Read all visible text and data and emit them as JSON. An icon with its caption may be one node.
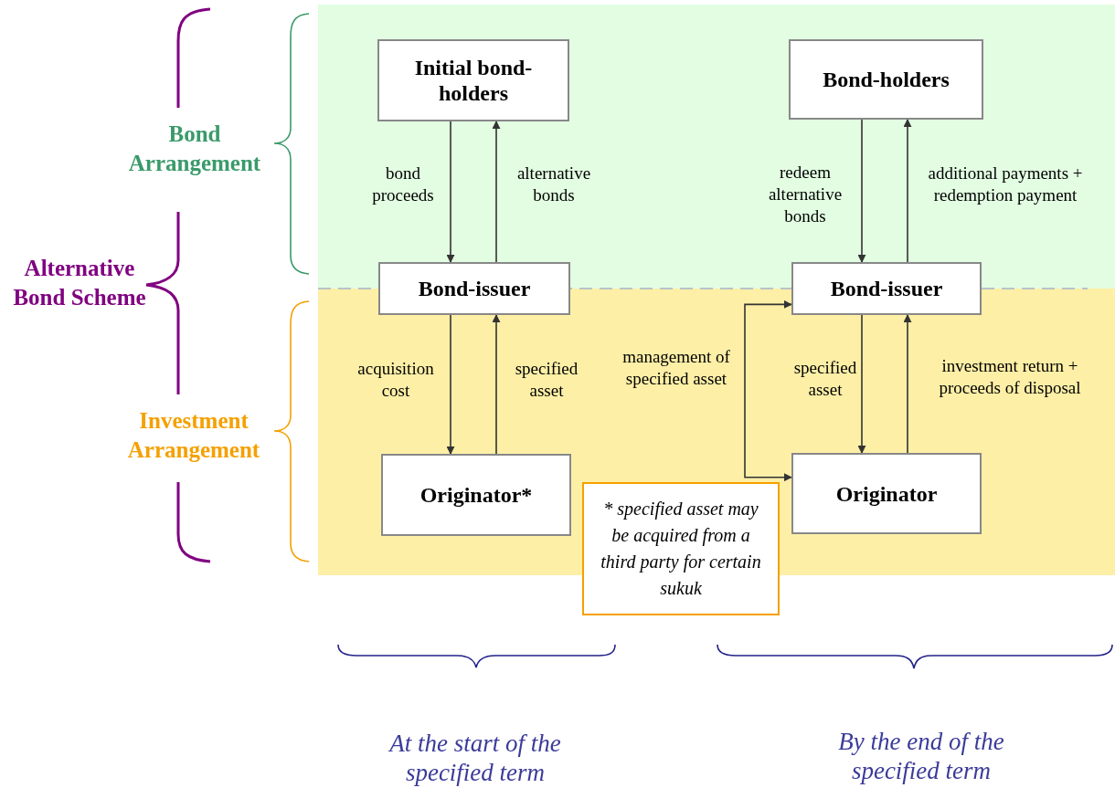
{
  "diagram": {
    "nodes": [
      {
        "text": [
          "Initial bond-holders"
        ]
      },
      {
        "text": [
          "Bond-issuer"
        ]
      },
      {
        "text": [
          "Originator*"
        ]
      },
      {
        "text": [
          "Bond-holders"
        ]
      },
      {
        "text": [
          "Bond-issuer"
        ]
      },
      {
        "text": [
          "Originator"
        ]
      },
      {
        "text": [
          "* specified asset may be acquired from a third party for certain sukuk"
        ]
      }
    ],
    "edges": [
      {
        "from": 0,
        "to": 1,
        "arrow": "to",
        "label": "bond proceeds"
      },
      {
        "from": 1,
        "to": 0,
        "arrow": "to",
        "label": "alternative bonds"
      },
      {
        "from": 1,
        "to": 2,
        "arrow": "to",
        "label": "acquisition cost"
      },
      {
        "from": 2,
        "to": 1,
        "arrow": "to",
        "label": "specified asset"
      },
      {
        "from": 3,
        "to": 4,
        "arrow": "to",
        "label": "redeem alternative bonds"
      },
      {
        "from": 4,
        "to": 3,
        "arrow": "to",
        "label": "additional payments + redemption payment"
      },
      {
        "from": 4,
        "to": 5,
        "arrow": "to",
        "label": "specified asset"
      },
      {
        "from": 5,
        "to": 4,
        "arrow": "to",
        "label": "investment return + proceeds of disposal"
      },
      {
        "from": 4,
        "to": 5,
        "arrow": "both",
        "label": "management of specified asset"
      }
    ],
    "labels": [
      "Bond Arrangement",
      "Alternative Bond Scheme",
      "Investment Arrangement",
      "At the start of the specified term",
      "By the end of the specified term"
    ]
  }
}
